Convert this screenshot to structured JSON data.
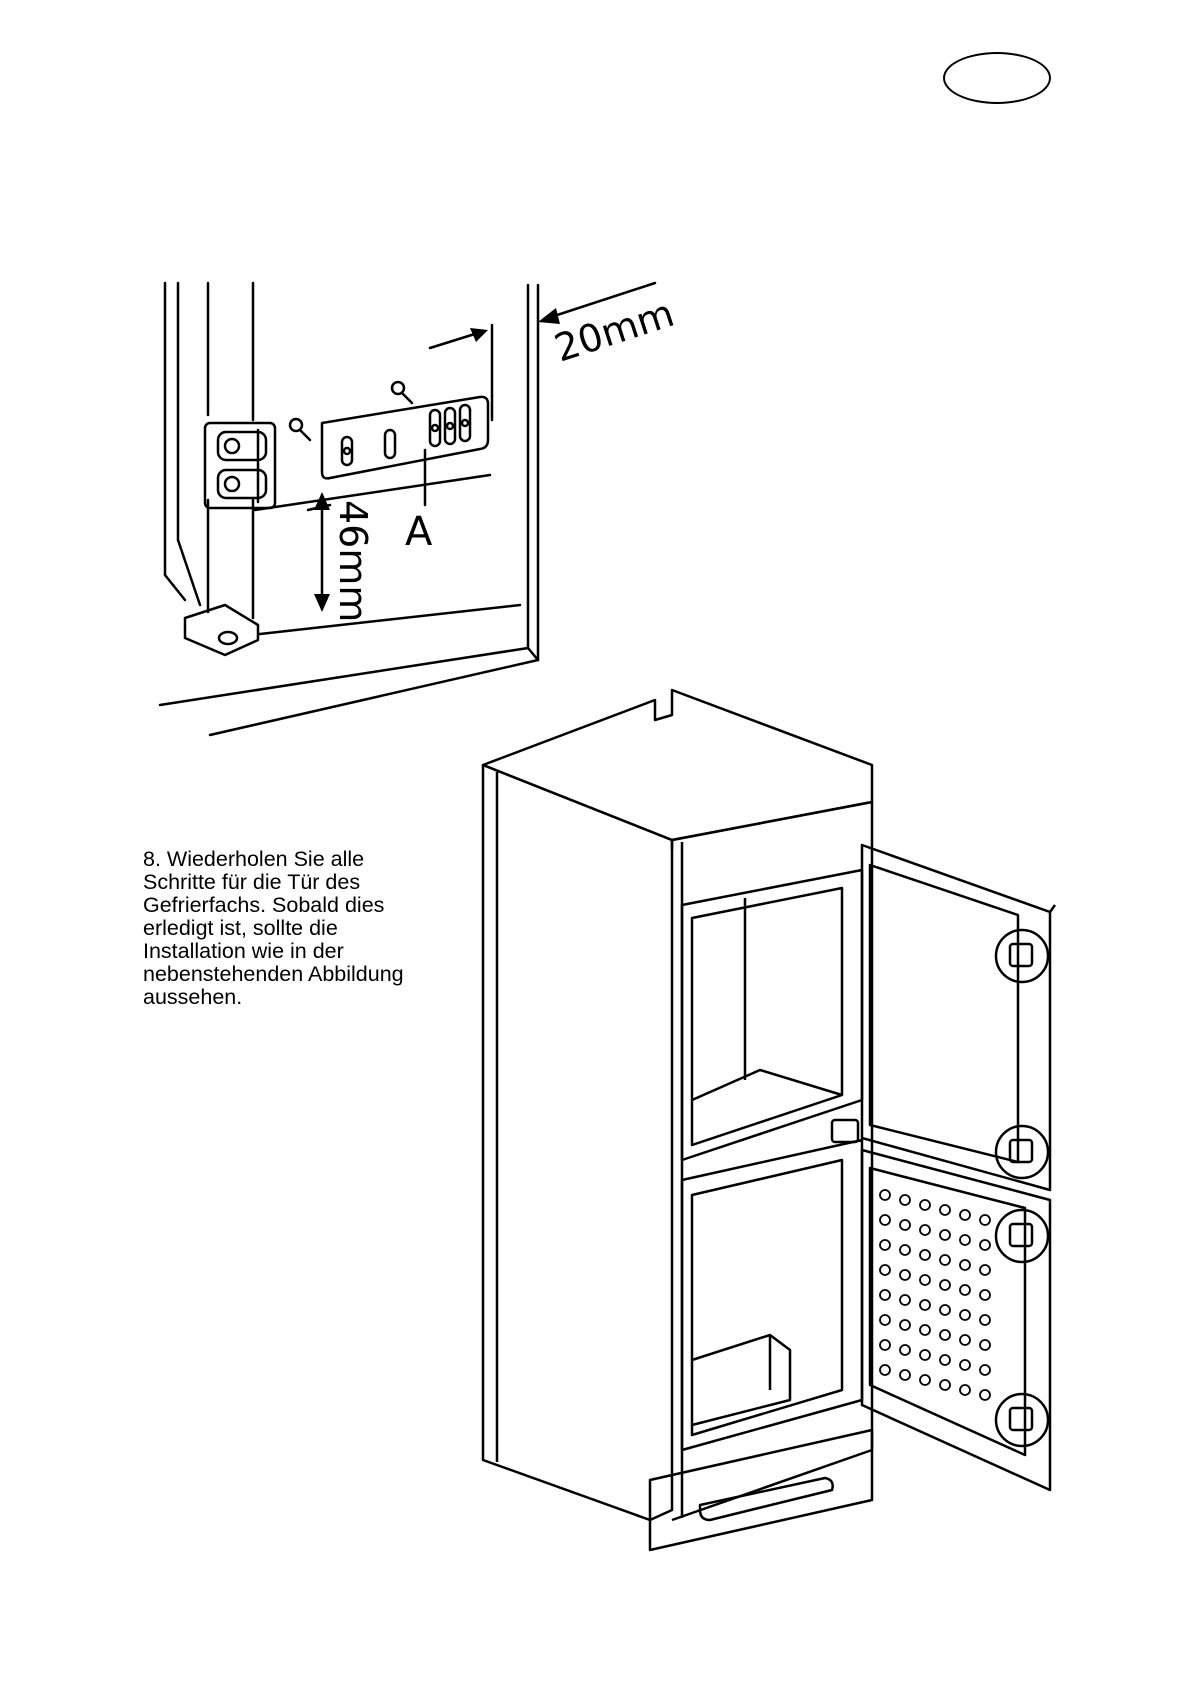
{
  "step": {
    "text": "8. Wiederholen Sie alle\nSchritte für die Tür des\nGefrierfachs. Sobald dies\nerledigt ist, sollte die\nInstallation wie in der\nnebenstehenden Abbildung\naussehen."
  },
  "detail_figure": {
    "dimension_width": "20mm",
    "dimension_height": "46mm",
    "part_label": "A"
  }
}
